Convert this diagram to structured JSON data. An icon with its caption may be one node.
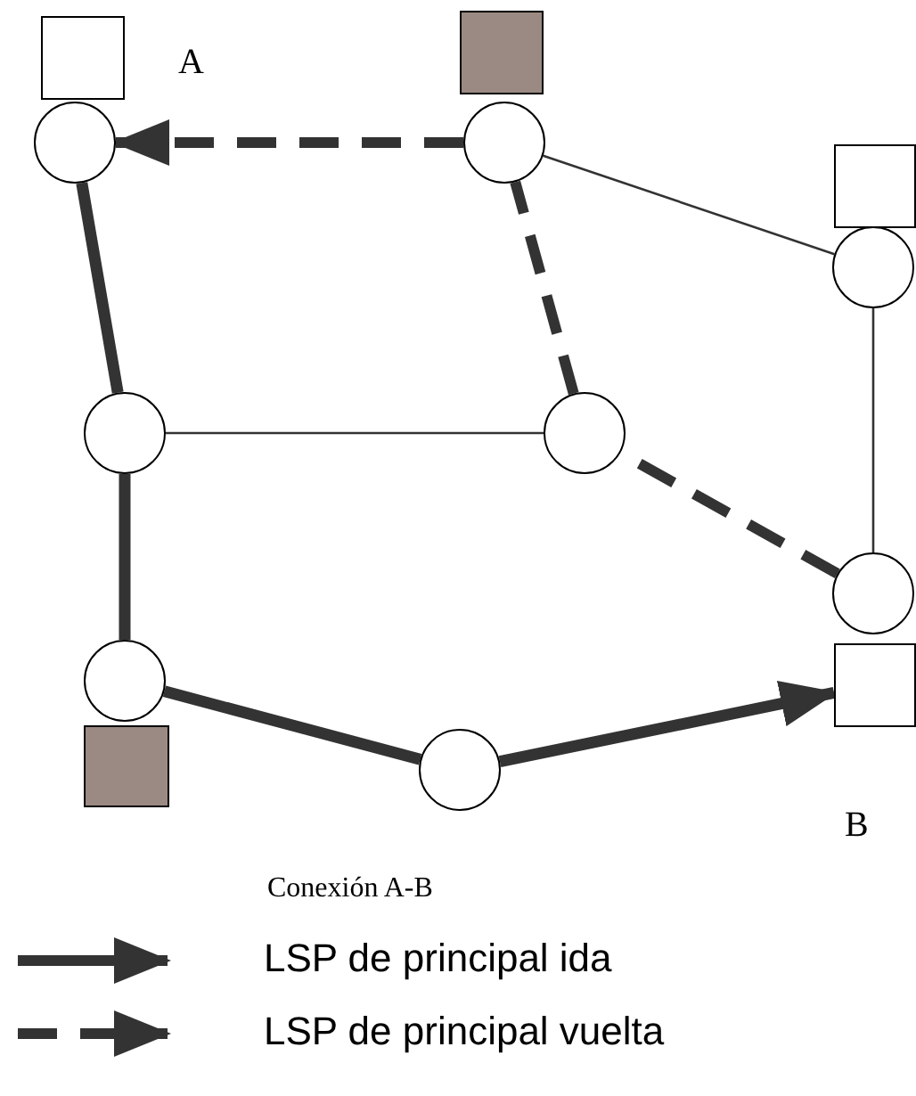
{
  "diagram": {
    "nodes": [
      {
        "text": [],
        "shape": "box"
      },
      {
        "text": [],
        "shape": "box"
      },
      {
        "text": [],
        "shape": "circle"
      },
      {
        "text": [],
        "shape": "circle"
      },
      {
        "text": [],
        "shape": "box"
      },
      {
        "text": [],
        "shape": "circle"
      },
      {
        "text": [],
        "shape": "circle"
      },
      {
        "text": [],
        "shape": "circle"
      },
      {
        "text": [],
        "shape": "circle"
      },
      {
        "text": [],
        "shape": "box"
      },
      {
        "text": [],
        "shape": "circle"
      },
      {
        "text": [],
        "shape": "box"
      },
      {
        "text": [],
        "shape": "circle"
      }
    ],
    "edges": [
      {
        "from": 3,
        "to": 2,
        "arrow": "to",
        "style": "dashed"
      },
      {
        "from": 3,
        "to": 5,
        "arrow": "none"
      },
      {
        "from": 7,
        "to": 3,
        "arrow": "none",
        "style": "dashed"
      },
      {
        "from": 8,
        "to": 7,
        "arrow": "none",
        "style": "dashed"
      },
      {
        "from": 5,
        "to": 8,
        "arrow": "none"
      },
      {
        "from": 2,
        "to": 6,
        "arrow": "none"
      },
      {
        "from": 6,
        "to": 7,
        "arrow": "none"
      },
      {
        "from": 6,
        "to": 10,
        "arrow": "none"
      },
      {
        "from": 10,
        "to": 12,
        "arrow": "none"
      },
      {
        "from": 12,
        "to": 9,
        "arrow": "to"
      }
    ],
    "labels": [
      "A",
      "B",
      "Conexión A-B"
    ],
    "legend": [
      {
        "text": "LSP de principal ida"
      },
      {
        "text": "LSP de principal vuelta"
      }
    ]
  }
}
